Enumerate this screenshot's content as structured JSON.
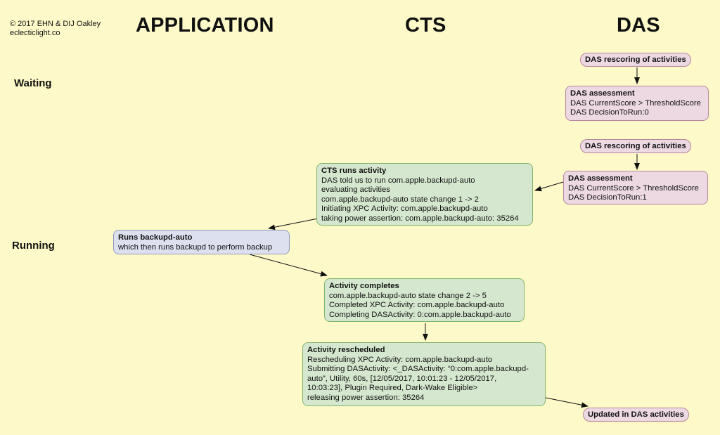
{
  "copyright": {
    "line1": "© 2017 EHN & DIJ Oakley",
    "line2": "eclecticlight.co"
  },
  "columns": {
    "application": "APPLICATION",
    "cts": "CTS",
    "das": "DAS"
  },
  "rows": {
    "waiting": "Waiting",
    "running": "Running"
  },
  "nodes": {
    "das_rescoring_1": {
      "title": "DAS rescoring of activities"
    },
    "das_assessment_1": {
      "title": "DAS assessment",
      "lines": [
        "DAS CurrentScore > ThresholdScore",
        "DAS DecisionToRun:0"
      ]
    },
    "das_rescoring_2": {
      "title": "DAS rescoring of activities"
    },
    "das_assessment_2": {
      "title": "DAS assessment",
      "lines": [
        "DAS CurrentScore > ThresholdScore",
        "DAS DecisionToRun:1"
      ]
    },
    "cts_runs": {
      "title": "CTS runs activity",
      "lines": [
        "DAS told us to run com.apple.backupd-auto",
        "evaluating activities",
        "com.apple.backupd-auto state change 1 -> 2",
        "Initiating XPC Activity: com.apple.backupd-auto",
        "taking power assertion: com.apple.backupd-auto: 35264"
      ]
    },
    "runs_backupd": {
      "title": "Runs backupd-auto",
      "lines": [
        "which then runs backupd to perform backup"
      ]
    },
    "activity_completes": {
      "title": "Activity completes",
      "lines": [
        "com.apple.backupd-auto state change 2 -> 5",
        "Completed XPC Activity: com.apple.backupd-auto",
        "Completing DASActivity: 0:com.apple.backupd-auto"
      ]
    },
    "activity_rescheduled": {
      "title": "Activity rescheduled",
      "lines": [
        "Rescheduling XPC Activity: com.apple.backupd-auto",
        "Submitting DASActivity: <_DASActivity: “0:com.apple.backupd-",
        "auto”, Utility, 60s, [12/05/2017, 10:01:23 - 12/05/2017,",
        "10:03:23], Plugin Required, Dark-Wake Eligible>",
        "releasing power assertion: 35264"
      ]
    },
    "updated_das": {
      "title": "Updated in DAS activities"
    }
  }
}
